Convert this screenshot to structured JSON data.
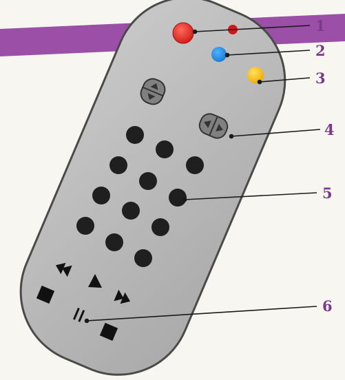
{
  "diagram": {
    "subject": "remote-control",
    "colors": {
      "background": "#f7f6f1",
      "band": "#9b4fa6",
      "remote_body": "#b9b9b9",
      "remote_outline": "#4a4a4a",
      "button_black": "#1f1f1f",
      "rocker": "#808080",
      "red_button": "#e02a2a",
      "blue_button": "#1f8ee6",
      "yellow_button": "#f5c11a",
      "callout_number": "#7b3b8a",
      "callout_line": "#1a1a1a"
    },
    "callouts": [
      {
        "label": "1"
      },
      {
        "label": "2"
      },
      {
        "label": "3"
      },
      {
        "label": "4"
      },
      {
        "label": "5"
      },
      {
        "label": "6"
      }
    ]
  }
}
